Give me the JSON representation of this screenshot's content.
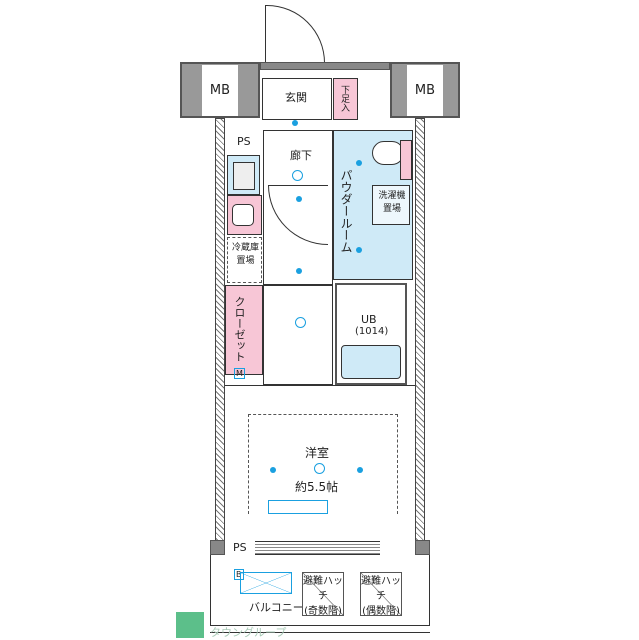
{
  "rooms": {
    "mb_left": "MB",
    "mb_right": "MB",
    "entrance": "玄関",
    "shoe_storage": "下足入",
    "ps_top": "PS",
    "corridor": "廊下",
    "powder_room": "パウダールーム",
    "laundry": "洗濯機置場",
    "fridge": "冷蔵庫置場",
    "closet": "クローゼット",
    "ub": "UB",
    "ub_size": "(1014)",
    "western_room": "洋室",
    "western_room_size": "約5.5帖",
    "ps_bottom": "PS",
    "balcony": "バルコニー",
    "hatch_odd_1": "避難ハッチ",
    "hatch_odd_2": "(奇数階)",
    "hatch_even_1": "避難ハッチ",
    "hatch_even_2": "(偶数階)",
    "m_mark": "M",
    "b_mark": "B"
  },
  "logo": {
    "text": "タウングループ",
    "color": "#5cbf8a"
  },
  "colors": {
    "wet_area": "#cfeaf7",
    "storage": "#f7c6d6",
    "equipment": "#1aa0e0"
  }
}
